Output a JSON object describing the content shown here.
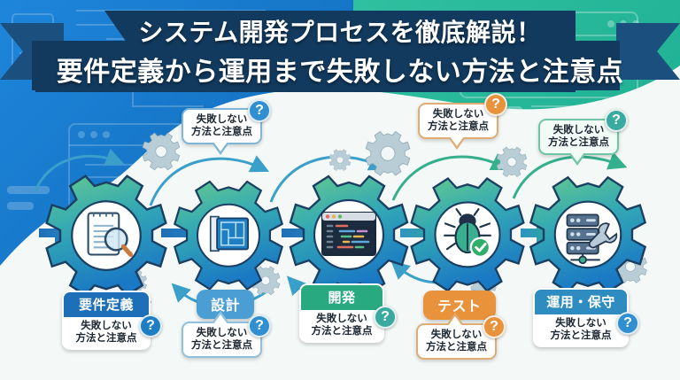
{
  "title": {
    "line1": "システム開発プロセスを徹底解説！",
    "line2": "要件定義から運用まで失敗しない方法と注意点",
    "ribbon_color": "#123a5e",
    "ribbon_tail_color": "#1b4f7d"
  },
  "theme": {
    "bg_left": "#1573c4",
    "bg_right": "#23b396",
    "white_panel": "#f4f8f6",
    "accent_blue": "#1d6fb8",
    "accent_lightblue": "#4a9ed4",
    "accent_green": "#28a97f",
    "accent_orange": "#e8923c",
    "accent_teal": "#3aa9a0"
  },
  "common": {
    "note_line1": "失敗しない",
    "note_line2": "方法と注意点",
    "question_glyph": "?"
  },
  "steps": [
    {
      "id": "requirements",
      "label": "要件定義",
      "icon": "document-magnifier-icon",
      "header_color": "#1d6fb8",
      "badge_color": "#1d7ec4",
      "card_border": "#5fa3cf",
      "style": "card"
    },
    {
      "id": "design",
      "label": "設計",
      "icon": "blueprint-icon",
      "header_color": "#4a9ed4",
      "badge_color": "#2f8fd0",
      "card_border": "#8fc0de",
      "style": "pill"
    },
    {
      "id": "development",
      "label": "開発",
      "icon": "code-window-icon",
      "header_color": "#28a97f",
      "badge_color": "#3aa9a0",
      "card_border": "#6fc5a6",
      "style": "card"
    },
    {
      "id": "test",
      "label": "テスト",
      "icon": "bug-check-icon",
      "header_color": "#e8923c",
      "badge_color": "#e8923c",
      "card_border": "#e0ac74",
      "style": "pill"
    },
    {
      "id": "operation",
      "label": "運用・保守",
      "icon": "server-wrench-icon",
      "header_color": "#2f8cc0",
      "badge_color": "#2f8fd0",
      "card_border": "#7bb6d8",
      "style": "card"
    }
  ],
  "callouts": [
    {
      "id": "callout-design-top",
      "border": "#7fb6d8",
      "badge": "#2f8fd0"
    },
    {
      "id": "callout-test-top",
      "border": "#e0ac74",
      "badge": "#e8923c"
    },
    {
      "id": "callout-operation-top",
      "border": "#6fc5a6",
      "badge": "#3aa9a0"
    },
    {
      "id": "callout-design-bottom",
      "border": "#8fc0de",
      "badge": "#2f8fd0"
    },
    {
      "id": "callout-test-bottom",
      "border": "#e0ac74",
      "badge": "#e8923c"
    }
  ]
}
